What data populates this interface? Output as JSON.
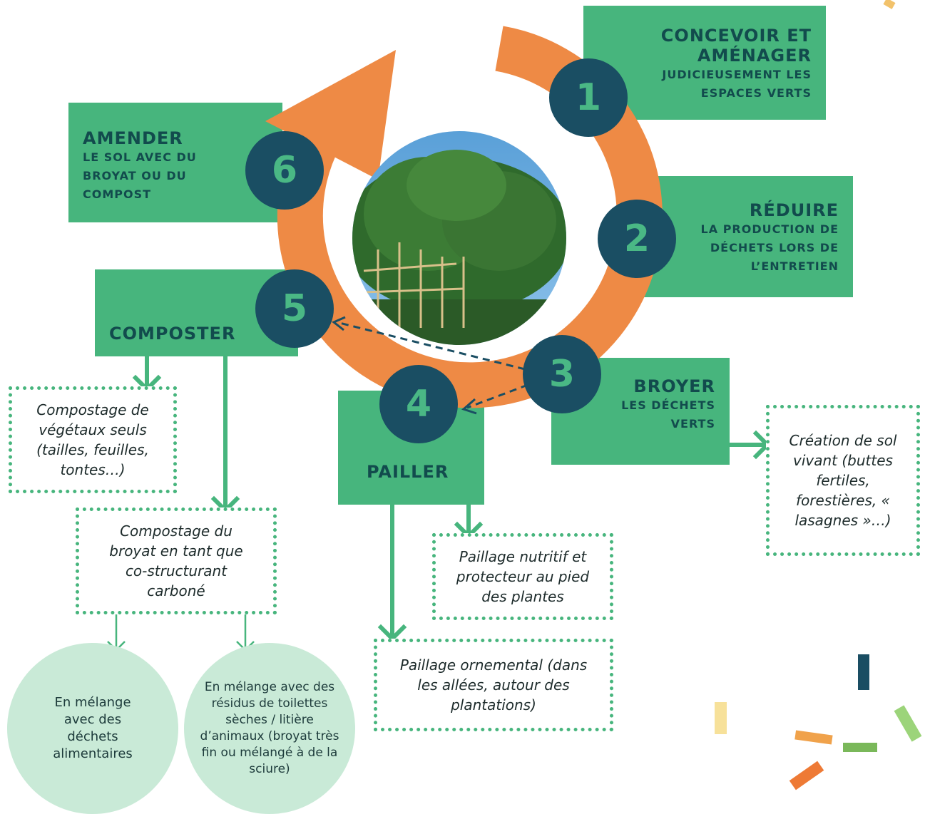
{
  "steps": [
    {
      "number": "1",
      "title": "CONCEVOIR ET AMÉNAGER",
      "subtitle": "JUDICIEUSEMENT LES ESPACES VERTS"
    },
    {
      "number": "2",
      "title": "RÉDUIRE",
      "subtitle": "LA PRODUCTION DE DÉCHETS LORS DE L’ENTRETIEN"
    },
    {
      "number": "3",
      "title": "BROYER",
      "subtitle": "LES DÉCHETS VERTS"
    },
    {
      "number": "4",
      "title": "PAILLER"
    },
    {
      "number": "5",
      "title": "COMPOSTER"
    },
    {
      "number": "6",
      "title": "AMENDER",
      "subtitle": "LE SOL AVEC DU BROYAT OU DU COMPOST"
    }
  ],
  "details": {
    "compost_vegetaux": "Compostage de végétaux seuls (tailles, feuilles, tontes…)",
    "compost_broyat": "Compostage du broyat en tant que co-structurant carboné",
    "melange_alimentaires": "En mélange avec des déchets alimentaires",
    "melange_toilettes": "En mélange avec des résidus de toilettes sèches / litière d’animaux (broyat très fin ou mélangé à de la sciure)",
    "paillage_nutritif": "Paillage nutritif et protecteur au pied des plantes",
    "paillage_ornemental": "Paillage ornemental (dans les allées, autour des plantations)",
    "creation_sol": "Création de sol vivant (buttes fertiles, forestières, « lasagnes »…)"
  },
  "colors": {
    "green": "#47b57d",
    "orange": "#ee8a45",
    "navy": "#1a4e63",
    "light_green": "#c9ead7"
  }
}
